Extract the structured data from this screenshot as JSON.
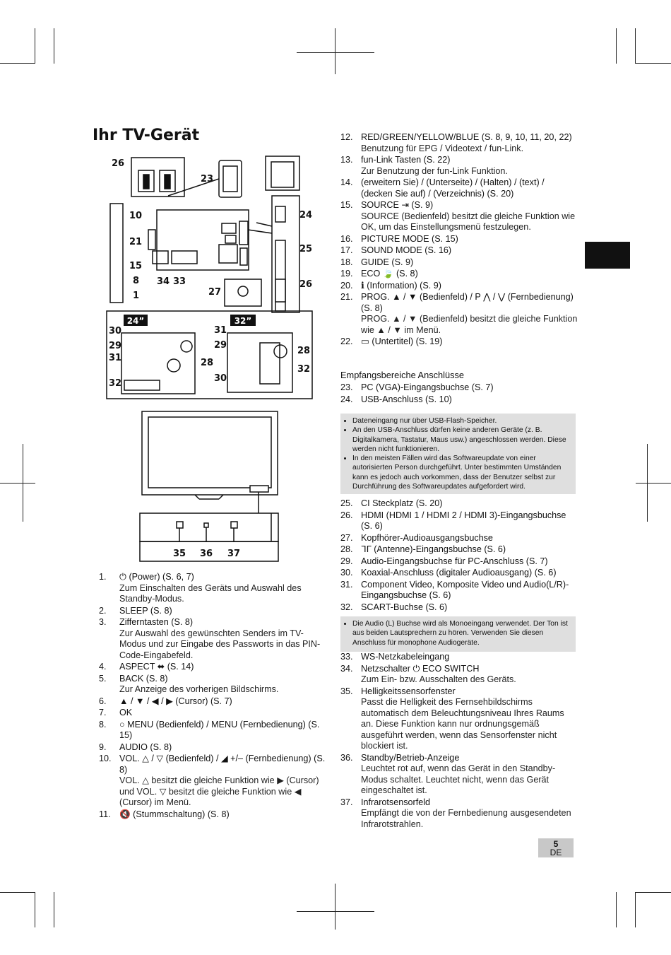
{
  "title": "Ihr TV-Gerät",
  "diagram": {
    "top_labels": [
      "26",
      "23",
      "10",
      "21",
      "15",
      "8",
      "1",
      "34",
      "33",
      "27",
      "24",
      "25",
      "26"
    ],
    "size_24": "24”",
    "size_32": "32”",
    "bottom_labels_24": [
      "30",
      "29",
      "31",
      "32",
      "28"
    ],
    "bottom_labels_32": [
      "31",
      "29",
      "30",
      "28",
      "32"
    ],
    "front_labels": [
      "35",
      "36",
      "37"
    ]
  },
  "left_list": [
    {
      "num": "1.",
      "text": "⏻ (Power) (S. 6, 7)",
      "desc": "Zum Einschalten des Geräts und Auswahl des Standby-Modus."
    },
    {
      "num": "2.",
      "text": "SLEEP (S. 8)",
      "desc": ""
    },
    {
      "num": "3.",
      "text": "Zifferntasten (S. 8)",
      "desc": "Zur Auswahl des gewünschten Senders im TV-Modus und zur Eingabe des Passworts in das PIN-Code-Eingabefeld."
    },
    {
      "num": "4.",
      "text": "ASPECT ⬌ (S. 14)",
      "desc": ""
    },
    {
      "num": "5.",
      "text": "BACK (S. 8)",
      "desc": "Zur Anzeige des vorherigen Bildschirms."
    },
    {
      "num": "6.",
      "text": "▲ / ▼ / ◀ / ▶ (Cursor) (S. 7)",
      "desc": ""
    },
    {
      "num": "7.",
      "text": "OK",
      "desc": ""
    },
    {
      "num": "8.",
      "text": "○ MENU (Bedienfeld) / MENU (Fernbedienung) (S. 15)",
      "desc": ""
    },
    {
      "num": "9.",
      "text": "AUDIO (S. 8)",
      "desc": ""
    },
    {
      "num": "10.",
      "text": "VOL. △ / ▽ (Bedienfeld) / ◢ +/– (Fernbedienung) (S. 8)",
      "desc": "VOL. △ besitzt die gleiche Funktion wie ▶ (Cursor) und VOL. ▽ besitzt die gleiche Funktion wie ◀ (Cursor) im Menü."
    },
    {
      "num": "11.",
      "text": "🔇 (Stummschaltung) (S. 8)",
      "desc": ""
    }
  ],
  "right_list_a": [
    {
      "num": "12.",
      "text": "RED/GREEN/YELLOW/BLUE (S. 8, 9, 10, 11, 20, 22)",
      "desc": "Benutzung für EPG / Videotext / fun-Link."
    },
    {
      "num": "13.",
      "text": "fun-Link Tasten (S. 22)",
      "desc": "Zur Benutzung der fun-Link Funktion."
    },
    {
      "num": "14.",
      "text": "(erweitern Sie) / (Unterseite) / (Halten) / (text) / (decken Sie auf) / (Verzeichnis) (S. 20)",
      "desc": ""
    },
    {
      "num": "15.",
      "text": "SOURCE ⇥ (S. 9)",
      "desc": "SOURCE (Bedienfeld) besitzt die gleiche Funktion wie OK, um das Einstellungsmenü festzulegen."
    },
    {
      "num": "16.",
      "text": "PICTURE MODE (S. 15)",
      "desc": ""
    },
    {
      "num": "17.",
      "text": "SOUND MODE (S. 16)",
      "desc": ""
    },
    {
      "num": "18.",
      "text": "GUIDE (S. 9)",
      "desc": ""
    },
    {
      "num": "19.",
      "text": "ECO 🍃 (S. 8)",
      "desc": ""
    },
    {
      "num": "20.",
      "text": "ℹ (Information) (S. 9)",
      "desc": ""
    },
    {
      "num": "21.",
      "text": "PROG. ▲ / ▼ (Bedienfeld) / P ⋀ / ⋁ (Fernbedienung) (S. 8)",
      "desc": "PROG. ▲ / ▼ (Bedienfeld) besitzt die gleiche Funktion wie ▲ / ▼ im Menü."
    },
    {
      "num": "22.",
      "text": "▭ (Untertitel) (S. 19)",
      "desc": ""
    }
  ],
  "reception_heading": "Empfangsbereiche Anschlüsse",
  "right_list_b": [
    {
      "num": "23.",
      "text": "PC (VGA)-Eingangsbuchse (S. 7)"
    },
    {
      "num": "24.",
      "text": "USB-Anschluss (S. 10)"
    }
  ],
  "note1": [
    "Dateneingang nur über USB-Flash-Speicher.",
    "An den USB-Anschluss dürfen keine anderen Geräte (z. B. Digitalkamera, Tastatur, Maus usw.) angeschlossen werden. Diese werden nicht funktionieren.",
    "In den meisten Fällen wird das Softwareupdate von einer autorisierten Person durchgeführt. Unter bestimmten Umständen kann es jedoch auch vorkommen, dass der Benutzer selbst zur Durchführung des Softwareupdates aufgefordert wird."
  ],
  "right_list_c": [
    {
      "num": "25.",
      "text": "CI Steckplatz (S. 20)"
    },
    {
      "num": "26.",
      "text": "HDMI (HDMI 1 / HDMI 2 / HDMI 3)-Eingangsbuchse (S. 6)"
    },
    {
      "num": "27.",
      "text": "Kopfhörer-Audioausgangsbuchse"
    },
    {
      "num": "28.",
      "text": "ᒣᒥ (Antenne)-Eingangsbuchse (S. 6)"
    },
    {
      "num": "29.",
      "text": "Audio-Eingangsbuchse für PC-Anschluss (S. 7)"
    },
    {
      "num": "30.",
      "text": "Koaxial-Anschluss (digitaler Audioausgang) (S. 6)"
    },
    {
      "num": "31.",
      "text": "Component Video, Komposite Video und Audio(L/R)-Eingangsbuchse (S. 6)"
    },
    {
      "num": "32.",
      "text": "SCART-Buchse (S. 6)"
    }
  ],
  "note2": [
    "Die Audio (L) Buchse wird als Monoeingang verwendet. Der Ton ist aus beiden Lautsprechern zu hören. Verwenden Sie diesen Anschluss für monophone Audiogeräte."
  ],
  "right_list_d": [
    {
      "num": "33.",
      "text": "WS-Netzkabeleingang",
      "desc": ""
    },
    {
      "num": "34.",
      "text": "Netzschalter ⏻ ECO SWITCH",
      "desc": "Zum Ein- bzw. Ausschalten des Geräts."
    },
    {
      "num": "35.",
      "text": "Helligkeitssensorfenster",
      "desc": "Passt die Helligkeit des Fernsehbildschirms automatisch dem Beleuchtungsniveau Ihres Raums an. Diese Funktion kann nur ordnungsgemäß ausgeführt werden, wenn das Sensorfenster nicht blockiert ist."
    },
    {
      "num": "36.",
      "text": "Standby/Betrieb-Anzeige",
      "desc": "Leuchtet rot auf, wenn das Gerät in den Standby-Modus schaltet. Leuchtet nicht, wenn das Gerät eingeschaltet ist."
    },
    {
      "num": "37.",
      "text": "Infrarotsensorfeld",
      "desc": "Empfängt die von der Fernbedienung ausgesendeten Infrarotstrahlen."
    }
  ],
  "page": {
    "number": "5",
    "lang": "DE"
  }
}
